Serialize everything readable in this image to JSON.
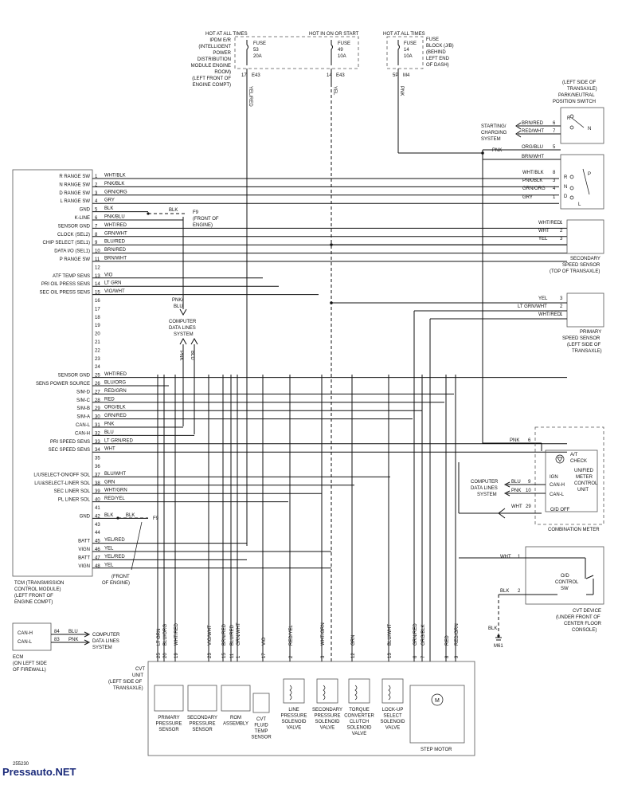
{
  "power": {
    "ipdm_label": "HOT AT ALL TIMES",
    "ipdm_desc": [
      "IPDM E/R",
      "(INTELLIGENT",
      "POWER",
      "DISTRIBUTION",
      "MODULE ENGINE",
      "ROOM)",
      "(LEFT FRONT OF",
      "ENGINE COMPT)"
    ],
    "fuse53": [
      "FUSE",
      "53",
      "20A"
    ],
    "ign_label": "HOT IN ON OR START",
    "fuse49": [
      "FUSE",
      "49",
      "10A"
    ],
    "jb_label": "HOT AT ALL TIMES",
    "fuse14": [
      "FUSE",
      "14",
      "10A"
    ],
    "jb_desc": [
      "FUSE",
      "BLOCK (J/B)",
      "(BEHIND",
      "LEFT END",
      "OF DASH)"
    ],
    "wire_a": [
      "17",
      "E43",
      "YEL/RED"
    ],
    "wire_b": [
      "14",
      "E43",
      "YEL"
    ],
    "wire_c": [
      "5P",
      "M4",
      "PNK"
    ]
  },
  "tcm": {
    "label": [
      "TCM (TRANSMISSION",
      "CONTROL MODULE)",
      "(LEFT FRONT OF",
      "ENGINE COMPT)"
    ],
    "pins": [
      {
        "n": "1",
        "name": "R RANGE SW",
        "wire": "WHT/BLK"
      },
      {
        "n": "2",
        "name": "N RANGE SW",
        "wire": "PNK/BLK"
      },
      {
        "n": "3",
        "name": "D RANGE SW",
        "wire": "GRN/ORG"
      },
      {
        "n": "4",
        "name": "L RANGE SW",
        "wire": "GRY"
      },
      {
        "n": "5",
        "name": "GND",
        "wire": "BLK"
      },
      {
        "n": "6",
        "name": "K-LINE",
        "wire": "PNK/BLU"
      },
      {
        "n": "7",
        "name": "SENSOR GND",
        "wire": "WHT/RED"
      },
      {
        "n": "8",
        "name": "CLOCK (SEL2)",
        "wire": "GRN/WHT"
      },
      {
        "n": "9",
        "name": "CHIP SELECT (SEL1)",
        "wire": "BLU/RED"
      },
      {
        "n": "10",
        "name": "DATA I/O (SEL1)",
        "wire": "BRN/RED"
      },
      {
        "n": "11",
        "name": "P RANGE SW",
        "wire": "BRN/WHT"
      },
      {
        "n": "12",
        "name": "",
        "wire": ""
      },
      {
        "n": "13",
        "name": "ATF TEMP SENS",
        "wire": "VIO"
      },
      {
        "n": "14",
        "name": "PRI OIL PRESS SENS",
        "wire": "LT GRN"
      },
      {
        "n": "15",
        "name": "SEC OIL PRESS SENS",
        "wire": "VIO/WHT"
      },
      {
        "n": "16",
        "name": "",
        "wire": ""
      },
      {
        "n": "17",
        "name": "",
        "wire": ""
      },
      {
        "n": "18",
        "name": "",
        "wire": ""
      },
      {
        "n": "19",
        "name": "",
        "wire": ""
      },
      {
        "n": "20",
        "name": "",
        "wire": ""
      },
      {
        "n": "21",
        "name": "",
        "wire": ""
      },
      {
        "n": "22",
        "name": "",
        "wire": ""
      },
      {
        "n": "23",
        "name": "",
        "wire": ""
      },
      {
        "n": "24",
        "name": "",
        "wire": ""
      },
      {
        "n": "25",
        "name": "SENSOR GND",
        "wire": "WHT/RED"
      },
      {
        "n": "26",
        "name": "SENS POWER SOURCE",
        "wire": "BLU/ORG"
      },
      {
        "n": "27",
        "name": "S/M-D",
        "wire": "RED/GRN"
      },
      {
        "n": "28",
        "name": "S/M-C",
        "wire": "RED"
      },
      {
        "n": "29",
        "name": "S/M-B",
        "wire": "ORG/BLK"
      },
      {
        "n": "30",
        "name": "S/M-A",
        "wire": "GRN/RED"
      },
      {
        "n": "31",
        "name": "CAN-L",
        "wire": "PNK"
      },
      {
        "n": "32",
        "name": "CAN-H",
        "wire": "BLU"
      },
      {
        "n": "33",
        "name": "PRI SPEED SENS",
        "wire": "LT GRN/RED"
      },
      {
        "n": "34",
        "name": "SEC SPEED SENS",
        "wire": "WHT"
      },
      {
        "n": "35",
        "name": "",
        "wire": ""
      },
      {
        "n": "36",
        "name": "",
        "wire": ""
      },
      {
        "n": "37",
        "name": "L/USELECT-ON/OFF SOL",
        "wire": "BLU/WHT"
      },
      {
        "n": "38",
        "name": "L/U&SELECT-LINER SOL",
        "wire": "GRN"
      },
      {
        "n": "39",
        "name": "SEC LINER SOL",
        "wire": "WHT/GRN"
      },
      {
        "n": "40",
        "name": "PL LINER SOL",
        "wire": "RED/YEL"
      },
      {
        "n": "41",
        "name": "",
        "wire": ""
      },
      {
        "n": "42",
        "name": "GND",
        "wire": "BLK"
      },
      {
        "n": "43",
        "name": "",
        "wire": ""
      },
      {
        "n": "44",
        "name": "",
        "wire": ""
      },
      {
        "n": "45",
        "name": "BATT",
        "wire": "YEL/RED"
      },
      {
        "n": "46",
        "name": "VIGN",
        "wire": "YEL"
      },
      {
        "n": "47",
        "name": "BATT",
        "wire": "YEL/RED"
      },
      {
        "n": "48",
        "name": "VIGN",
        "wire": "YEL"
      }
    ]
  },
  "ground_f9_top": [
    "BLK",
    "F9",
    "(FRONT OF",
    "ENGINE)"
  ],
  "ground_f9_bot": [
    "BLK",
    "F9",
    "(FRONT",
    "OF ENGINE)"
  ],
  "cdls_top": [
    "PNK/",
    "BLU",
    "COMPUTER",
    "DATA LINES",
    "SYSTEM"
  ],
  "cdls_top_wires": [
    "PNK",
    "BLU"
  ],
  "pnp_switch": {
    "desc": [
      "(LEFT SIDE OF",
      "TRANSAXLE)",
      "PARK/NEUTRAL",
      "POSITION SWITCH"
    ],
    "starting": [
      "STARTING/",
      "CHARGING",
      "SYSTEM"
    ],
    "pins": [
      {
        "n": "6",
        "wire": "BRN/RED"
      },
      {
        "n": "7",
        "wire": "RED/WHT"
      },
      {
        "n": "5",
        "wire": "ORG/BLU"
      },
      {
        "n": "",
        "wire": "BRN/WHT"
      },
      {
        "n": "8",
        "wire": "WHT/BLK"
      },
      {
        "n": "3",
        "wire": "PNK/BLK"
      },
      {
        "n": "4",
        "wire": "GRN/ORG"
      },
      {
        "n": "1",
        "wire": "GRY"
      }
    ],
    "pnk_label": "PNK",
    "letters": [
      "R",
      "N",
      "R",
      "P",
      "N",
      "D",
      "L"
    ]
  },
  "sec_speed": {
    "desc": [
      "SECONDARY",
      "SPEED SENSOR",
      "(TOP OF TRANSAXLE)"
    ],
    "pins": [
      {
        "n": "1",
        "wire": "WHT/RED"
      },
      {
        "n": "2",
        "wire": "WHT"
      },
      {
        "n": "3",
        "wire": "YEL"
      }
    ]
  },
  "pri_speed": {
    "desc": [
      "PRIMARY",
      "SPEED SENSOR",
      "(LEFT SIDE OF",
      "TRANSAXLE)"
    ],
    "pins": [
      {
        "n": "3",
        "wire": "YEL"
      },
      {
        "n": "2",
        "wire": "LT GRN/WHT"
      },
      {
        "n": "1",
        "wire": "WHT/RED"
      }
    ]
  },
  "combination_meter": {
    "label": "COMBINATION METER",
    "pnk": [
      "PNK",
      "6"
    ],
    "at_check": [
      "A/T",
      "CHECK"
    ],
    "unified": [
      "UNIFIED",
      "METER",
      "CONTROL",
      "UNIT"
    ],
    "ign": "IGN",
    "canh": "CAN-H",
    "canl": "CAN-L",
    "od_off": "O/D OFF",
    "cdls": [
      "COMPUTER",
      "DATA LINES",
      "SYSTEM"
    ],
    "blu": [
      "BLU",
      "9"
    ],
    "pnk2": [
      "PNK",
      "10"
    ],
    "wht": [
      "WHT",
      "29"
    ]
  },
  "cvt_device": {
    "wht": [
      "WHT",
      "1"
    ],
    "blk": [
      "BLK",
      "2"
    ],
    "od": [
      "O/D",
      "CONTROL",
      "SW"
    ],
    "desc": [
      "CVT DEVICE",
      "(UNDER FRONT OF",
      "CENTER FLOOR",
      "CONSOLE)"
    ],
    "ground": [
      "BLK",
      "M61"
    ]
  },
  "ecm": {
    "canh": "CAN-H",
    "canl": "CAN-L",
    "pins": [
      {
        "n": "84",
        "wire": "BLU"
      },
      {
        "n": "83",
        "wire": "PNK"
      }
    ],
    "cdls": [
      "COMPUTER",
      "DATA LINES",
      "SYSTEM"
    ],
    "desc": [
      "ECM",
      "(ON LEFT SIDE",
      "OF FIREWALL)"
    ]
  },
  "cvt_unit": {
    "desc": [
      "CVT",
      "UNIT",
      "(LEFT SIDE OF",
      "TRANSAXLE)"
    ],
    "pins": [
      {
        "n": "25",
        "wire": "LT GRN"
      },
      {
        "n": "20",
        "wire": "BLU/ORG"
      },
      {
        "n": "19",
        "wire": "WHT/RED"
      },
      {
        "n": "23",
        "wire": "VIO/WHT"
      },
      {
        "n": "15",
        "wire": "BRN/RED"
      },
      {
        "n": "11",
        "wire": "BLU/RED"
      },
      {
        "n": "1",
        "wire": "GRN/WHT"
      },
      {
        "n": "17",
        "wire": "VIO"
      },
      {
        "n": "2",
        "wire": "RED/YEL"
      },
      {
        "n": "3",
        "wire": "WHT/GRN"
      },
      {
        "n": "12",
        "wire": "GRN"
      },
      {
        "n": "13",
        "wire": "BLU/WHT"
      },
      {
        "n": "6",
        "wire": "GRN/RED"
      },
      {
        "n": "7",
        "wire": "ORG/BLK"
      },
      {
        "n": "8",
        "wire": "RED"
      },
      {
        "n": "9",
        "wire": "RED/GRN"
      }
    ],
    "components": [
      [
        "PRIMARY",
        "PRESSURE",
        "SENSOR"
      ],
      [
        "SECONDARY",
        "PRESSURE",
        "SENSOR"
      ],
      [
        "ROM",
        "ASSEMBLY"
      ],
      [
        "CVT",
        "FLUID",
        "TEMP",
        "SENSOR"
      ],
      [
        "LINE",
        "PRESSURE",
        "SOLENOID",
        "VALVE"
      ],
      [
        "SECONDARY",
        "PRESSURE",
        "SOLENOID",
        "VALVE"
      ],
      [
        "TORQUE",
        "CONVERTER",
        "CLUTCH",
        "SOLENOID",
        "VALVE"
      ],
      [
        "LOCK-UP",
        "SELECT",
        "SOLENOID",
        "VALVE"
      ]
    ],
    "step_motor": "STEP MOTOR",
    "motor_letter": "M"
  },
  "diagram_id": "255230",
  "watermark": "Pressauto.NET"
}
